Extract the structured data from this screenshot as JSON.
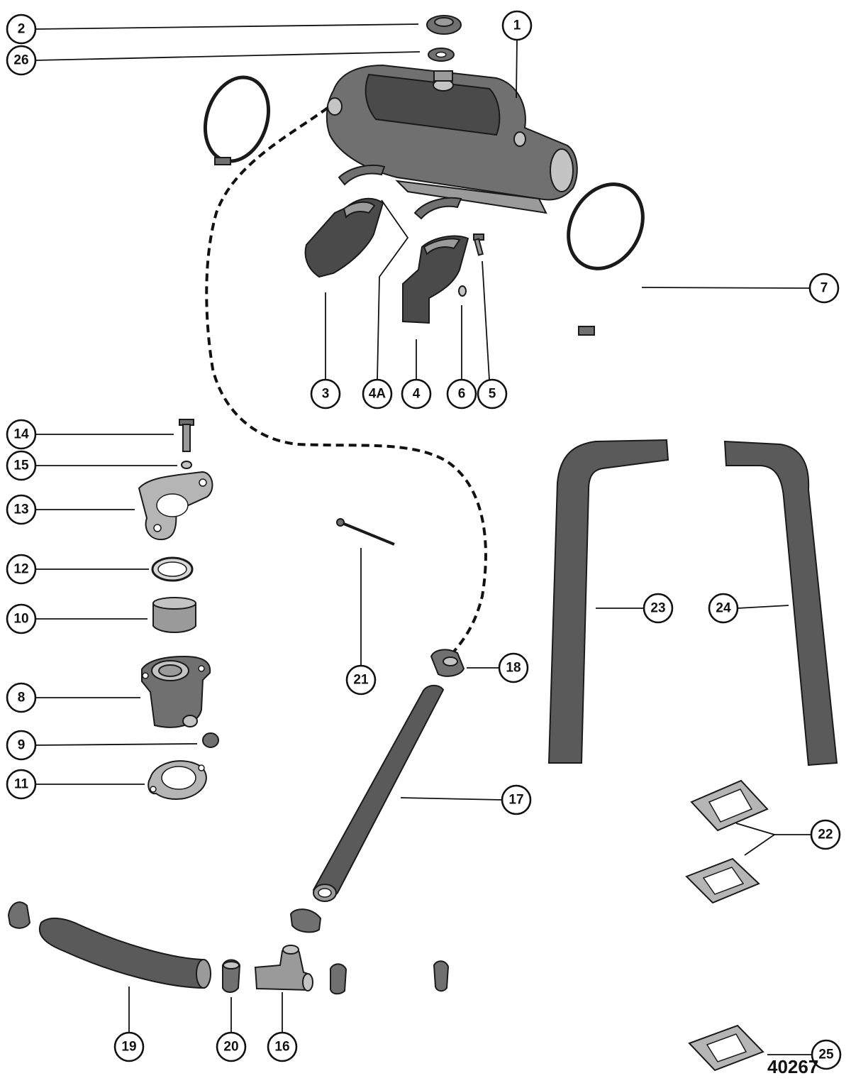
{
  "figure_number": "40267",
  "callouts": {
    "c1": "1",
    "c2": "2",
    "c26": "26",
    "c3": "3",
    "c4A": "4A",
    "c4": "4",
    "c6": "6",
    "c5": "5",
    "c7": "7",
    "c14": "14",
    "c15": "15",
    "c13": "13",
    "c12": "12",
    "c10": "10",
    "c8": "8",
    "c9": "9",
    "c11": "11",
    "c21": "21",
    "c18": "18",
    "c17": "17",
    "c23": "23",
    "c24": "24",
    "c22": "22",
    "c25": "25",
    "c19": "19",
    "c20": "20",
    "c16": "16"
  }
}
